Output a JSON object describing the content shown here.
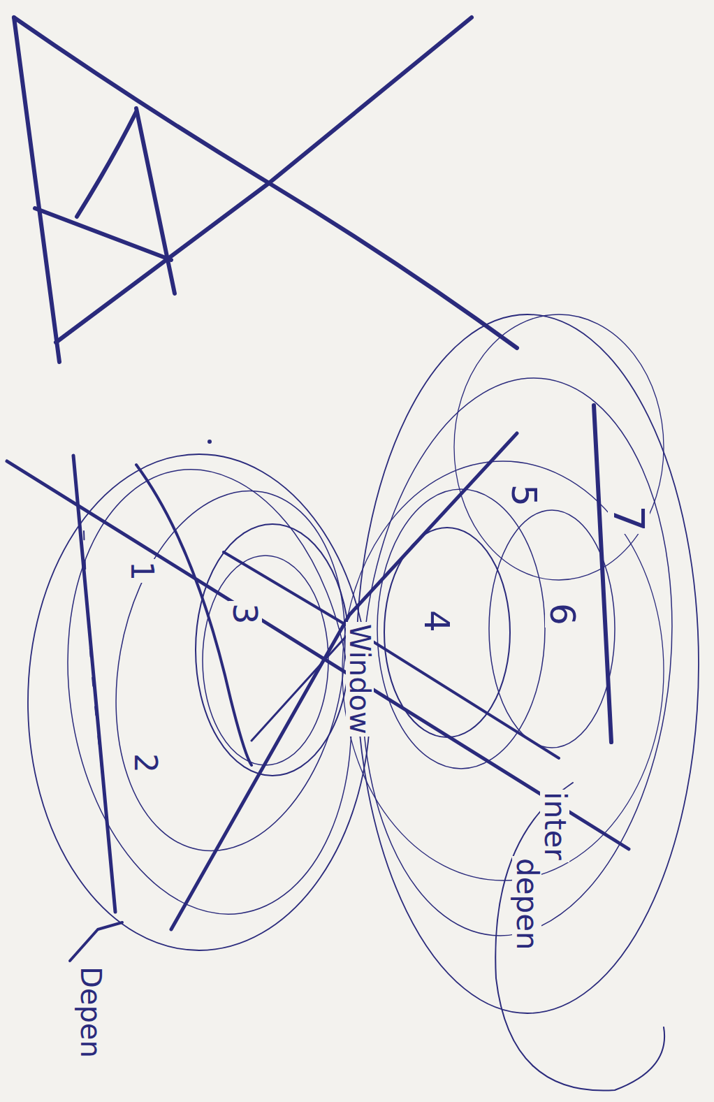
{
  "diagram": {
    "labels": [
      "1",
      "2",
      "3",
      "4",
      "5",
      "6",
      "7",
      "Window",
      "inter",
      "depen",
      "Depen"
    ]
  }
}
